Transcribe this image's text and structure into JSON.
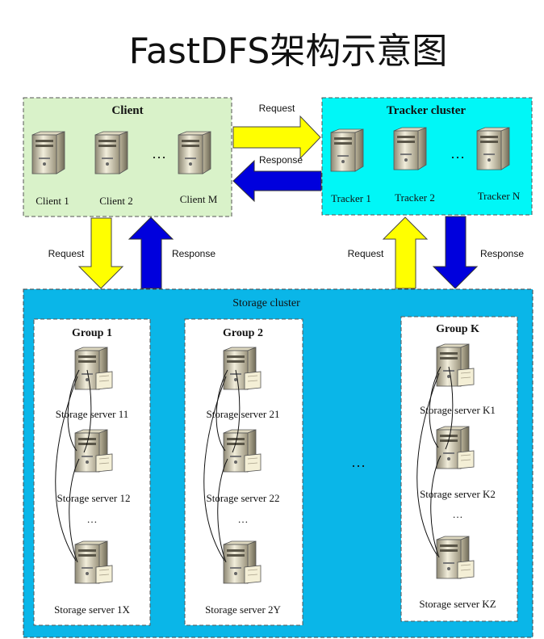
{
  "title": "FastDFS架构示意图",
  "colors": {
    "client_bg": "#d9f2c9",
    "tracker_bg": "#00f7f7",
    "storage_bg": "#0ab6e8",
    "group_bg": "#ffffff",
    "arrow_yellow": "#ffff00",
    "arrow_blue": "#0000dd"
  },
  "icons": {
    "server": "server-tower-icon"
  },
  "client": {
    "title": "Client",
    "nodes": [
      "Client 1",
      "Client 2",
      "Client M"
    ],
    "ellipsis": "…"
  },
  "tracker": {
    "title": "Tracker cluster",
    "nodes": [
      "Tracker 1",
      "Tracker 2",
      "Tracker N"
    ],
    "ellipsis": "…"
  },
  "arrows": {
    "client_to_tracker": "Request",
    "tracker_to_client": "Response",
    "client_to_storage": "Request",
    "storage_to_client": "Response",
    "storage_to_tracker": "Request",
    "tracker_to_storage": "Response"
  },
  "storage": {
    "title": "Storage cluster",
    "group_ellipsis": "…",
    "groups": [
      {
        "title": "Group 1",
        "servers": [
          "Storage server 11",
          "Storage server 12",
          "Storage server 1X"
        ],
        "ellipsis": "…"
      },
      {
        "title": "Group 2",
        "servers": [
          "Storage server 21",
          "Storage server 22",
          "Storage server 2Y"
        ],
        "ellipsis": "…"
      },
      {
        "title": "Group K",
        "servers": [
          "Storage server K1",
          "Storage server K2",
          "Storage server KZ"
        ],
        "ellipsis": "…"
      }
    ]
  }
}
